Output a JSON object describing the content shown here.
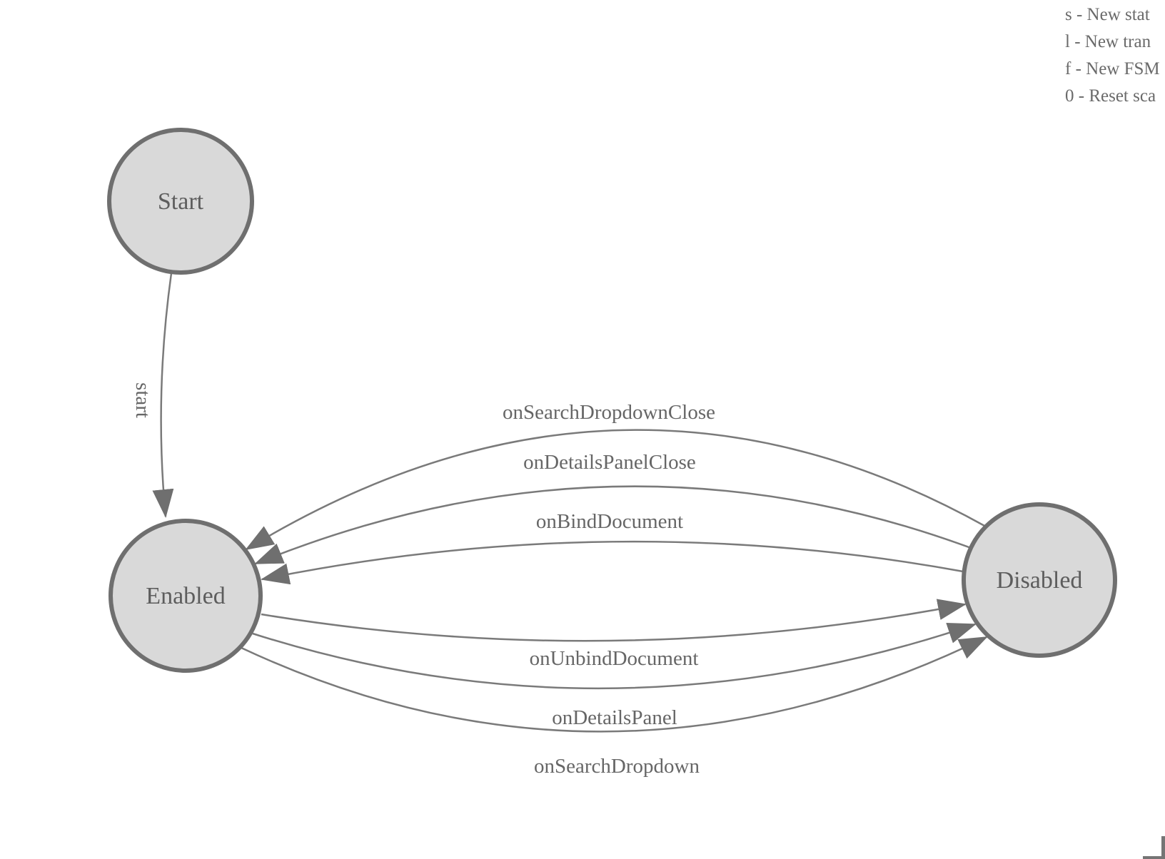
{
  "legend": {
    "lines": [
      "s - New stat",
      "l - New tran",
      "f - New FSM",
      "0 - Reset sca"
    ]
  },
  "diagram": {
    "states": [
      {
        "id": "start",
        "label": "Start"
      },
      {
        "id": "enabled",
        "label": "Enabled"
      },
      {
        "id": "disabled",
        "label": "Disabled"
      }
    ],
    "transitions": [
      {
        "label": "start",
        "from": "Start",
        "to": "Enabled"
      },
      {
        "label": "onSearchDropdownClose",
        "from": "Disabled",
        "to": "Enabled"
      },
      {
        "label": "onDetailsPanelClose",
        "from": "Disabled",
        "to": "Enabled"
      },
      {
        "label": "onBindDocument",
        "from": "Disabled",
        "to": "Enabled"
      },
      {
        "label": "onUnbindDocument",
        "from": "Enabled",
        "to": "Disabled"
      },
      {
        "label": "onDetailsPanel",
        "from": "Enabled",
        "to": "Disabled"
      },
      {
        "label": "onSearchDropdown",
        "from": "Enabled",
        "to": "Disabled"
      }
    ],
    "colors": {
      "state_fill": "#d9d9d9",
      "state_stroke": "#6f6f6f",
      "edge_stroke": "#7a7a7a",
      "arrowhead": "#6f6f6f",
      "state_text": "#5d5d5d",
      "edge_label_text": "#666666",
      "legend_text": "#6a6a6a",
      "corner_mark": "#757575",
      "background": "#ffffff"
    }
  }
}
